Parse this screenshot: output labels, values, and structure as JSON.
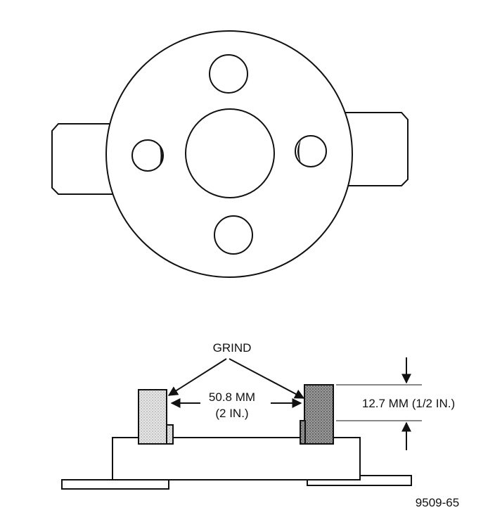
{
  "labels": {
    "grind": "GRIND",
    "distance_mm": "50.8 MM",
    "distance_in": "(2 IN.)",
    "height": "12.7 MM (1/2 IN.)",
    "figure_id": "9509-65"
  },
  "colors": {
    "line": "#111111",
    "fill": "#ffffff",
    "grind_stipple_light": "#cfcfcf",
    "grind_stipple_dark": "#8a8a8a"
  }
}
